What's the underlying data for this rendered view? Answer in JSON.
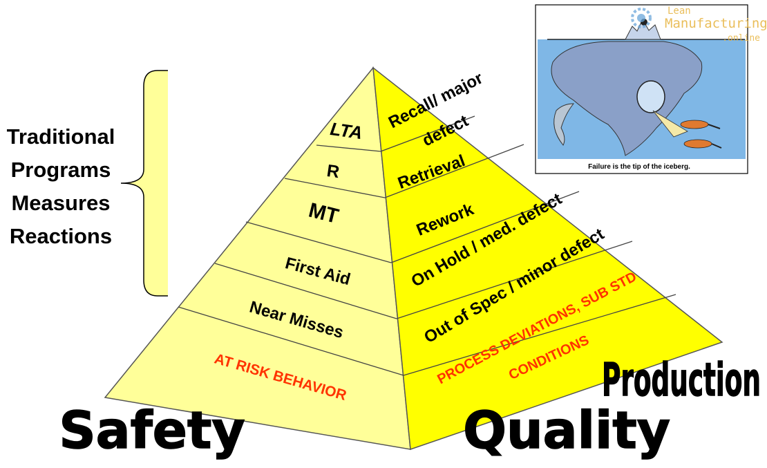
{
  "left_bracket_lines": [
    "Traditional",
    "Programs",
    "Measures",
    "Reactions"
  ],
  "safety_levels": [
    "LTA",
    "R",
    "MT",
    "First Aid",
    "Near Misses",
    "AT RISK BEHAVIOR"
  ],
  "quality_levels": {
    "recall_line1": "Recall/ major",
    "recall_line2": "defect",
    "retrieval": "Retrieval",
    "rework": "Rework",
    "on_hold": "On Hold / med. defect",
    "out_of_spec": "Out of Spec / minor defect",
    "process_line1": "PROCESS DEVIATIONS, SUB STD",
    "process_line2": "CONDITIONS"
  },
  "headings": {
    "safety": "Safety",
    "quality": "Quality",
    "production": "Production"
  },
  "iceberg": {
    "caption": "Failure is the tip of the iceberg."
  },
  "logo": {
    "line1": "Lean",
    "line2": "Manufacturing",
    "line3": ".online"
  },
  "colors": {
    "left_face": "#ffff99",
    "right_face": "#ffff00",
    "alert_red": "#ff3300",
    "water": "#7fb7e6",
    "iceberg": "#8aa0c8",
    "logo_blue": "#6aa6d9",
    "logo_gold": "#e8b84a"
  }
}
